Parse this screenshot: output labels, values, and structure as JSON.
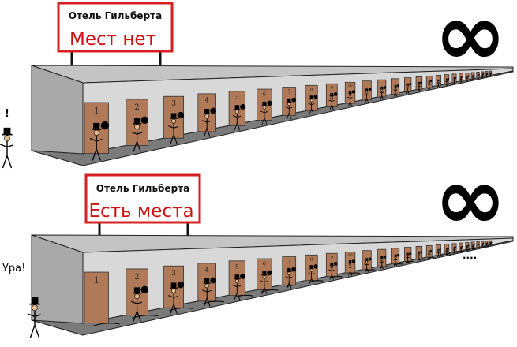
{
  "panels": [
    {
      "sign_title": "Отель Гильберта",
      "sign_status": "Мест нет",
      "guest_exclamation": "!",
      "door_numbers": [
        "1",
        "2",
        "3",
        "4",
        "5",
        "6",
        "7",
        "8",
        "9",
        "10"
      ],
      "infinity_symbol": "∞"
    },
    {
      "sign_title": "Отель Гильберта",
      "sign_status": "Есть места",
      "guest_exclamation": "Ура!",
      "door_numbers": [
        "1",
        "2",
        "3",
        "4",
        "5",
        "6",
        "7",
        "8",
        "9",
        "10"
      ],
      "trailing_dots": "....",
      "infinity_symbol": "∞"
    }
  ],
  "colors": {
    "sign_border": "#d42020",
    "sign_status_text": "#d01010",
    "wall": "#d8d8d8",
    "roof": "#c4c4c4",
    "floor": "#7a7a7a",
    "door": "#b07a58"
  }
}
